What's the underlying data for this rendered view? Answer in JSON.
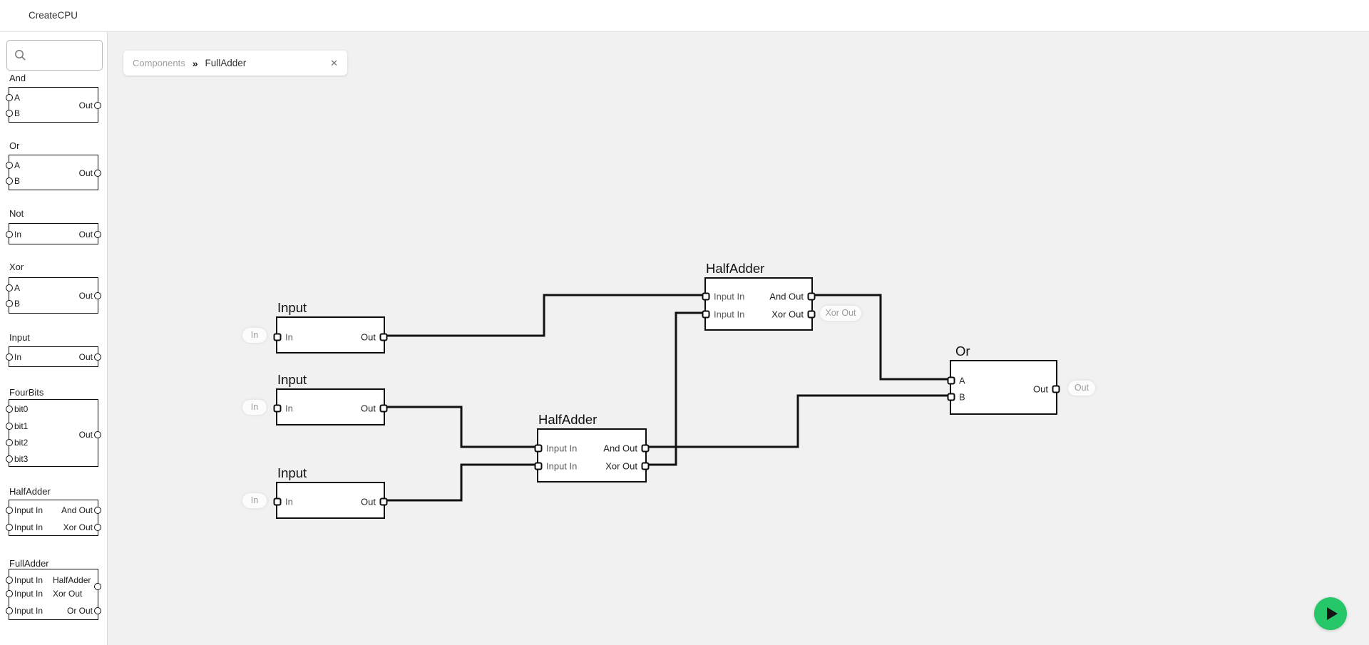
{
  "app": {
    "title": "CreateCPU"
  },
  "sidebar": {
    "search": {
      "placeholder": ""
    },
    "groups": [
      {
        "name": "And",
        "inputs": [
          "A",
          "B"
        ],
        "outputs": [
          "Out"
        ]
      },
      {
        "name": "Or",
        "inputs": [
          "A",
          "B"
        ],
        "outputs": [
          "Out"
        ]
      },
      {
        "name": "Not",
        "inputs": [
          "In"
        ],
        "outputs": [
          "Out"
        ]
      },
      {
        "name": "Xor",
        "inputs": [
          "A",
          "B"
        ],
        "outputs": [
          "Out"
        ]
      },
      {
        "name": "Input",
        "inputs": [
          "In"
        ],
        "outputs": [
          "Out"
        ]
      },
      {
        "name": "FourBits",
        "inputs": [
          "bit0",
          "bit1",
          "bit2",
          "bit3"
        ],
        "outputs": [
          "Out"
        ]
      },
      {
        "name": "HalfAdder",
        "inputs": [
          "Input In",
          "Input In"
        ],
        "outputs": [
          "And Out",
          "Xor Out"
        ]
      },
      {
        "name": "FullAdder",
        "inputs": [
          "Input In",
          "Input In",
          "Input In"
        ],
        "outputs": [
          "HalfAdder Xor Out",
          "Or Out"
        ],
        "output1_line1": "HalfAdder",
        "output1_line2": "Xor Out",
        "output2": "Or Out"
      }
    ]
  },
  "tab": {
    "crumb": "Components",
    "chevron": "»",
    "title": "FullAdder",
    "close_icon": "✕"
  },
  "canvas": {
    "blocks": {
      "input1": {
        "title": "Input",
        "external_input_label": "In",
        "inputs": [
          "In"
        ],
        "outputs": [
          "Out"
        ]
      },
      "input2": {
        "title": "Input",
        "external_input_label": "In",
        "inputs": [
          "In"
        ],
        "outputs": [
          "Out"
        ]
      },
      "input3": {
        "title": "Input",
        "external_input_label": "In",
        "inputs": [
          "In"
        ],
        "outputs": [
          "Out"
        ]
      },
      "halfadder_top": {
        "title": "HalfAdder",
        "inputs": [
          "Input In",
          "Input In"
        ],
        "outputs": [
          "And Out",
          "Xor Out"
        ],
        "external_output_label": "Xor Out"
      },
      "halfadder_bottom": {
        "title": "HalfAdder",
        "inputs": [
          "Input In",
          "Input In"
        ],
        "outputs": [
          "And Out",
          "Xor Out"
        ]
      },
      "or1": {
        "title": "Or",
        "inputs": [
          "A",
          "B"
        ],
        "outputs": [
          "Out"
        ],
        "external_output_label": "Out"
      }
    },
    "connections": [
      {
        "from": "input1.Out",
        "to": "halfadder_top.InputIn1"
      },
      {
        "from": "input2.Out",
        "to": "halfadder_bottom.InputIn1"
      },
      {
        "from": "input3.Out",
        "to": "halfadder_bottom.InputIn2"
      },
      {
        "from": "halfadder_bottom.Xor Out",
        "to": "halfadder_top.InputIn2"
      },
      {
        "from": "halfadder_top.And Out",
        "to": "or1.A"
      },
      {
        "from": "halfadder_bottom.And Out",
        "to": "or1.B"
      }
    ]
  },
  "run_button": {
    "icon": "play-icon",
    "color": "#25c768"
  }
}
